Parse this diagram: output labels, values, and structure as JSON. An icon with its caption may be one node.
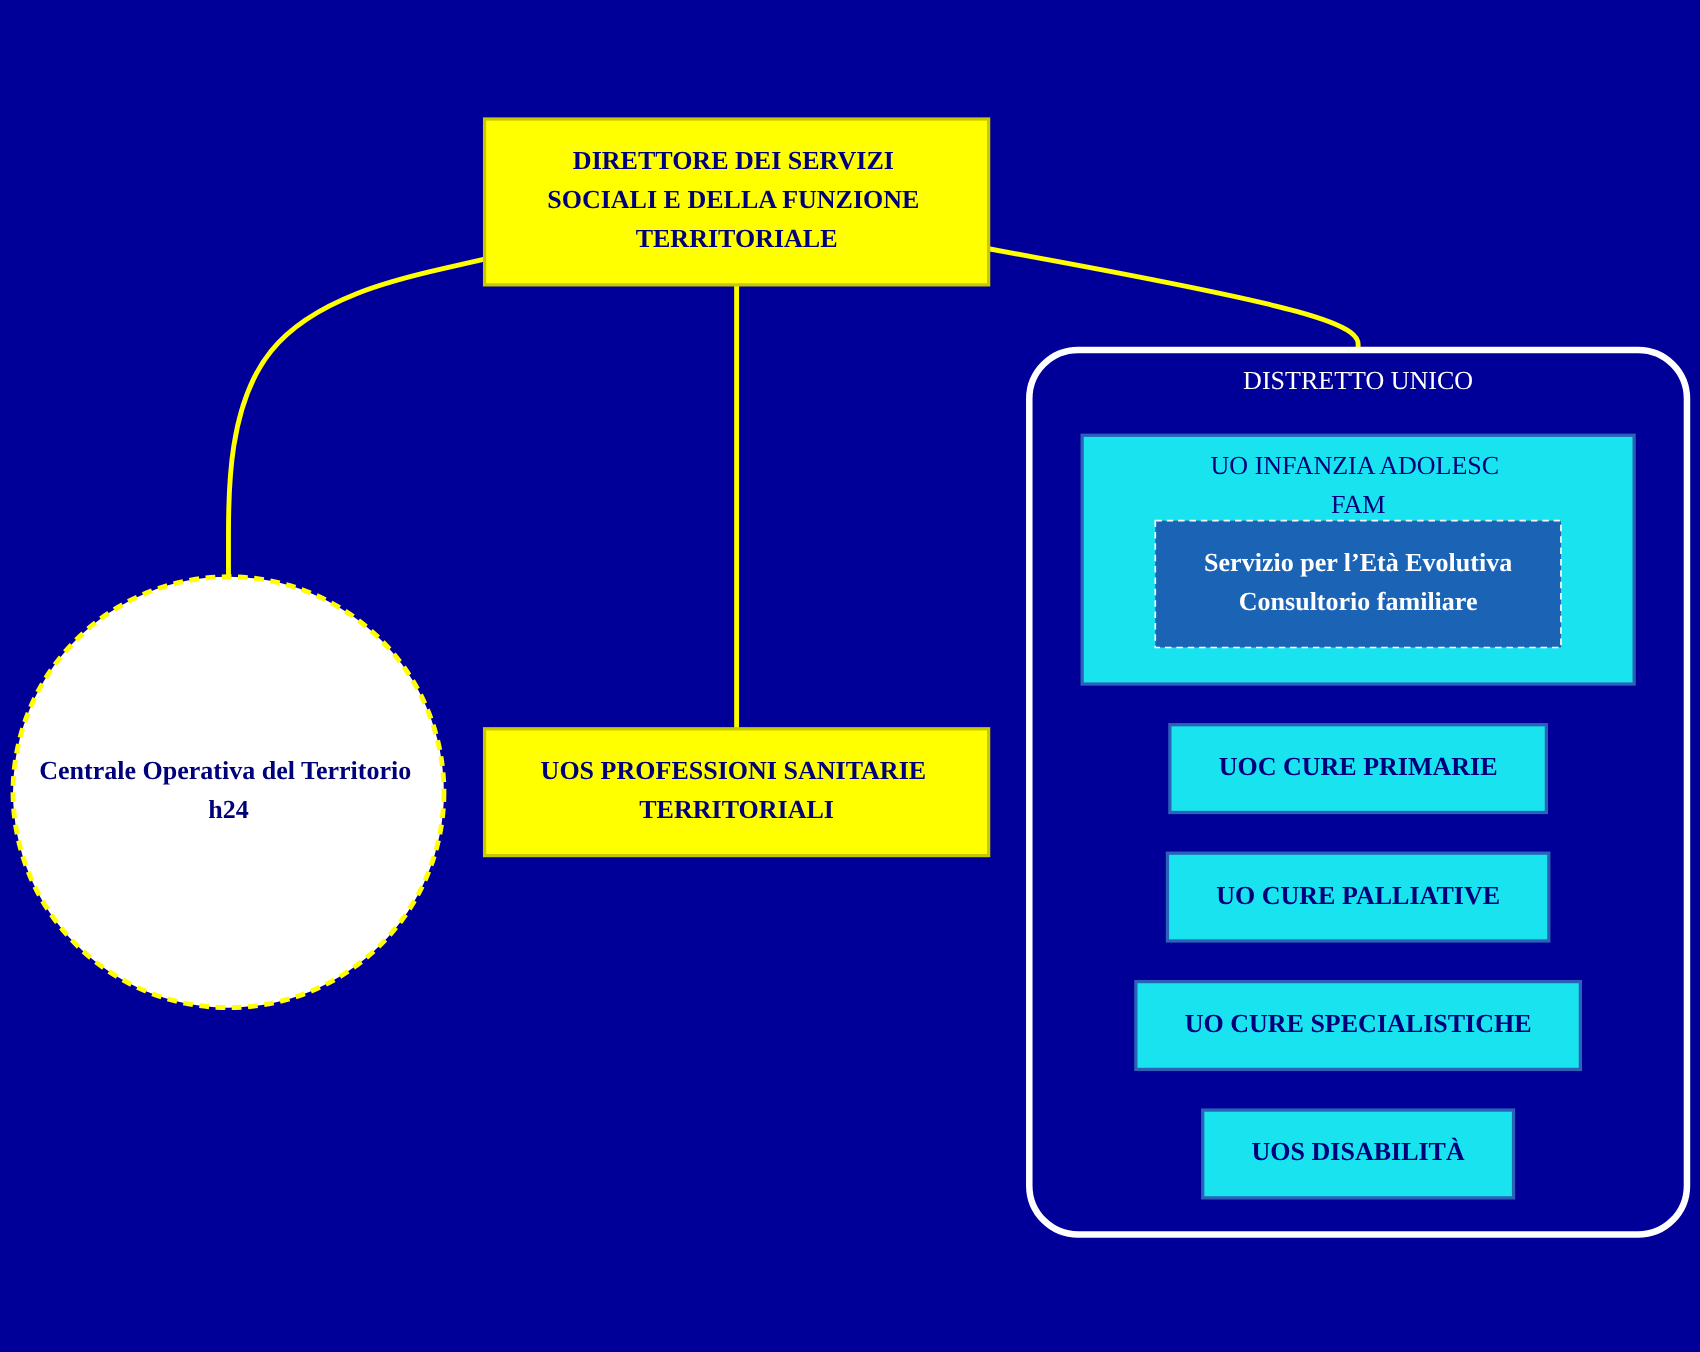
{
  "diagram": {
    "nodes": [
      {
        "text": [
          "DIRETTORE DEI SERVIZI SOCIALI E DELLA FUNZIONE TERRITORIALE"
        ]
      },
      {
        "text": [
          "Centrale Operativa del Territorio h24"
        ]
      },
      {
        "text": [
          "UOS PROFESSIONI SANITARIE TERRITORIALI"
        ]
      },
      {
        "text": [
          "DISTRETTO UNICO"
        ]
      },
      {
        "text": [
          "UOC CURE PRIMARIE"
        ],
        "in": 3
      },
      {
        "text": [
          "UO CURE PALLIATIVE"
        ],
        "in": 3
      },
      {
        "text": [
          "UO CURE SPECIALISTICHE"
        ],
        "in": 3
      },
      {
        "text": [
          "UO INFANZIA ADOLESC FAM"
        ],
        "in": 3
      },
      {
        "text": [
          "Servizio per l’Età Evolutiva",
          "Consultorio familiare"
        ],
        "in": 7
      },
      {
        "text": [
          "UOS DISABILITÀ"
        ],
        "in": 3
      }
    ],
    "edges": [
      {
        "from": 0,
        "to": 1,
        "arrow": "none"
      },
      {
        "from": 0,
        "to": 2,
        "arrow": "none"
      },
      {
        "from": 0,
        "to": 3,
        "arrow": "none"
      }
    ]
  }
}
